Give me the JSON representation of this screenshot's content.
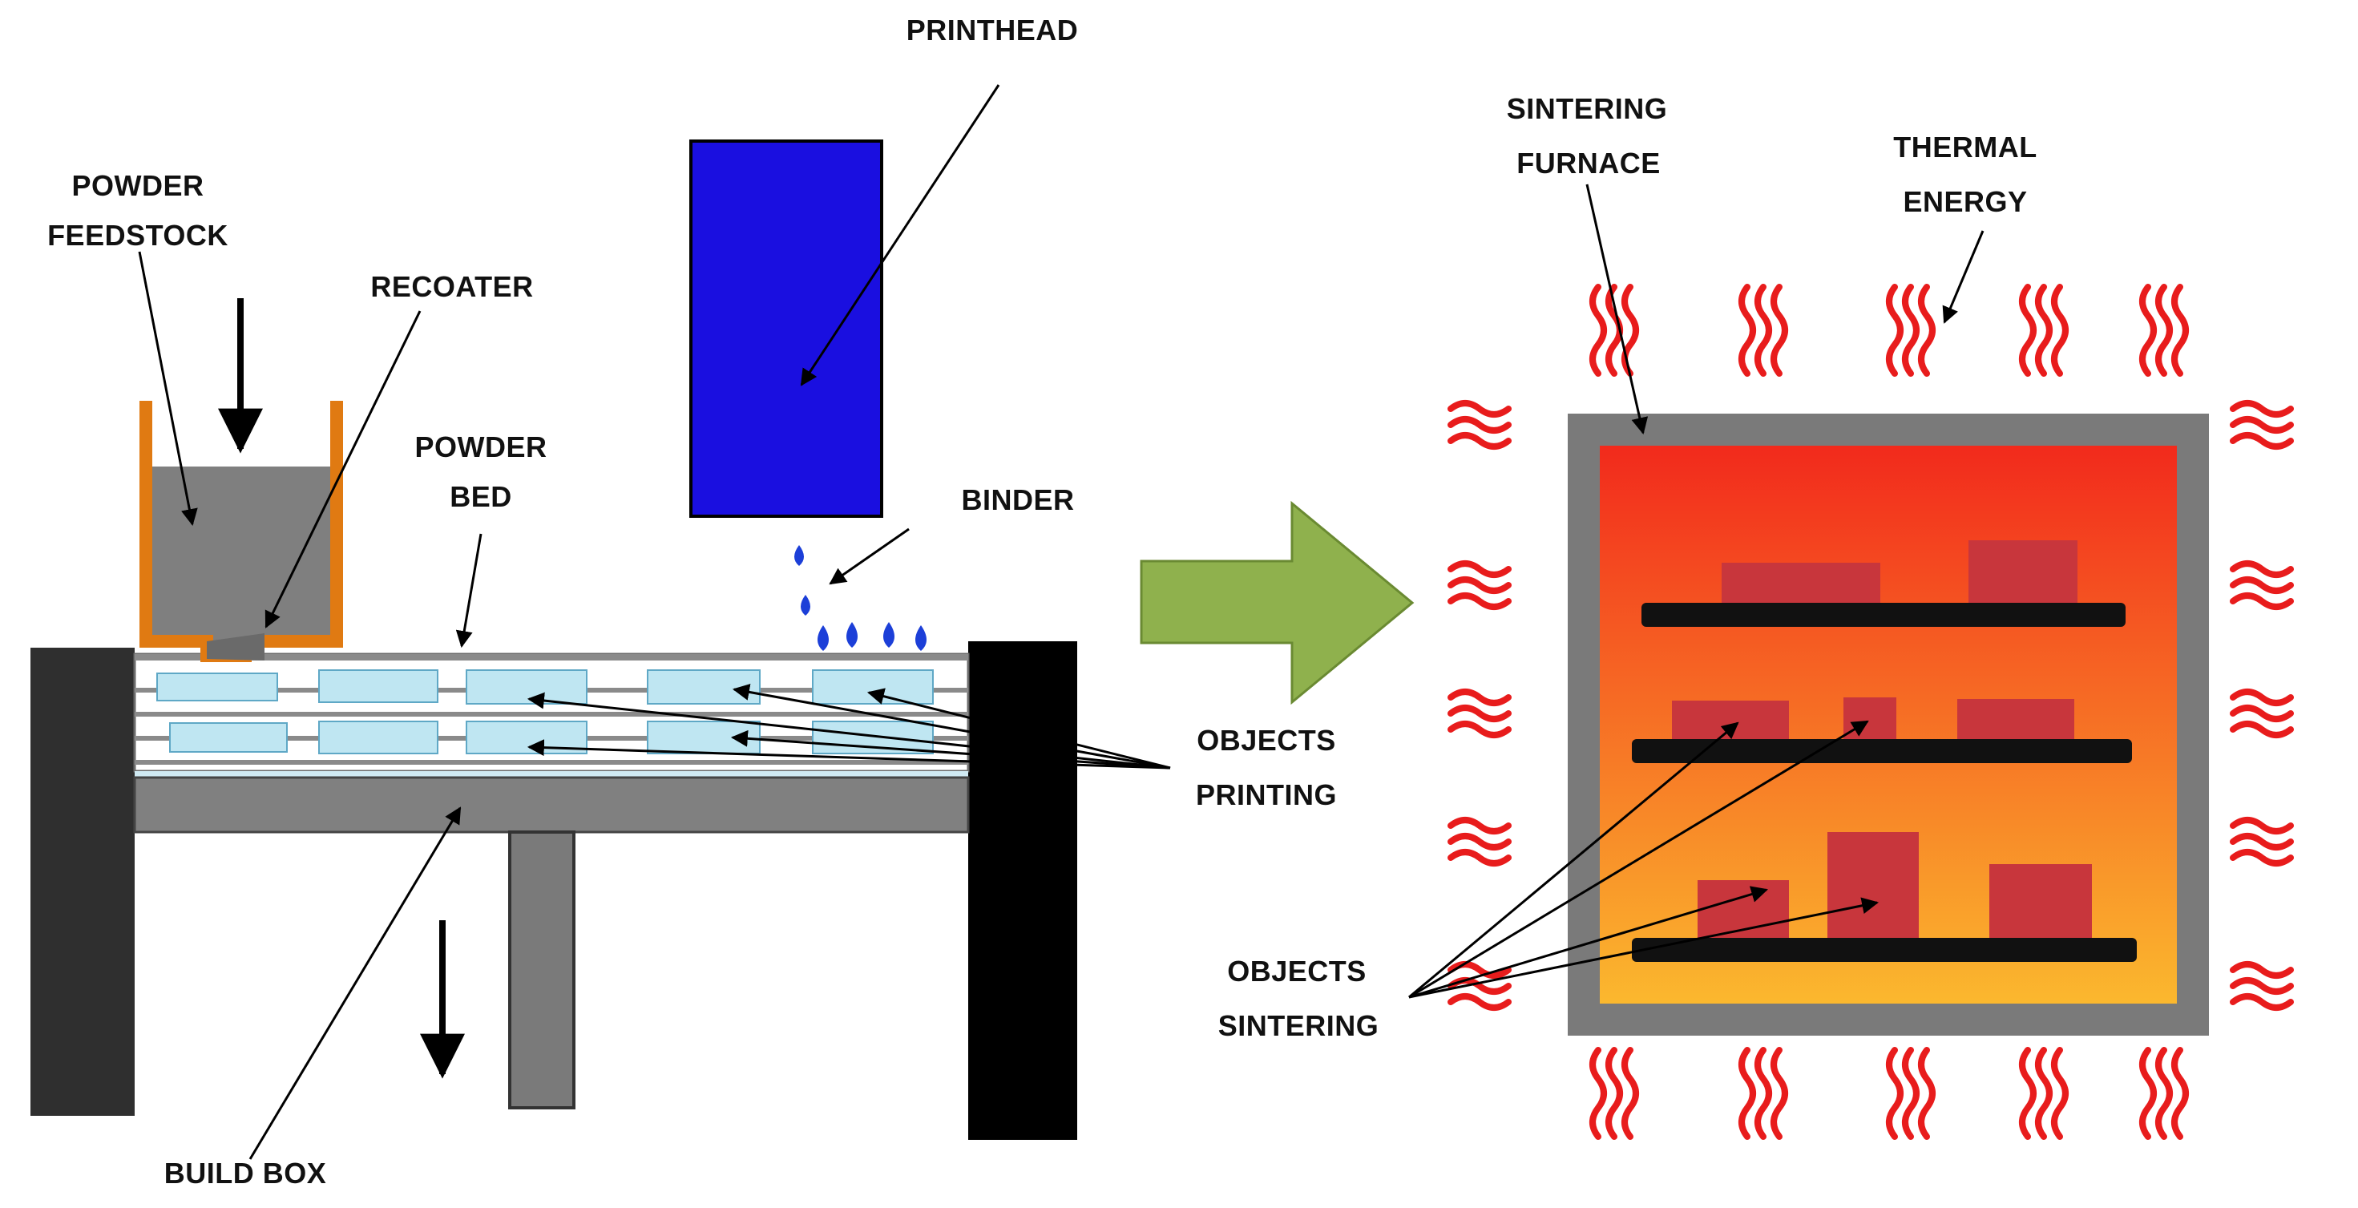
{
  "labels": {
    "printhead": "PRINTHEAD",
    "powder_feedstock_1": "POWDER",
    "powder_feedstock_2": "FEEDSTOCK",
    "recoater": "RECOATER",
    "powder_bed_1": "POWDER",
    "powder_bed_2": "BED",
    "binder": "BINDER",
    "objects_printing_1": "OBJECTS",
    "objects_printing_2": "PRINTING",
    "build_box": "BUILD BOX",
    "sintering_furnace_1": "SINTERING",
    "sintering_furnace_2": "FURNACE",
    "thermal_energy_1": "THERMAL",
    "thermal_energy_2": "ENERGY",
    "objects_sintering_1": "OBJECTS",
    "objects_sintering_2": "SINTERING"
  },
  "colors": {
    "printhead": "#1a0fe0",
    "binder_drops": "#1c3fd8",
    "hopper_outline": "#e07a12",
    "powder": "#7f7f7f",
    "frame_dark": "#2f2f2f",
    "right_pillar": "#000000",
    "build_plate": "#808080",
    "printed_object": "#bfe6f2",
    "process_arrow": "#8fb14d",
    "furnace_wall": "#7a7a7a",
    "furnace_hot_top": "#f22a1c",
    "furnace_hot_bottom": "#fbb82e",
    "shelf": "#111111",
    "sintered_object": "#c8363c",
    "heat_waves": "#e81c1c"
  }
}
